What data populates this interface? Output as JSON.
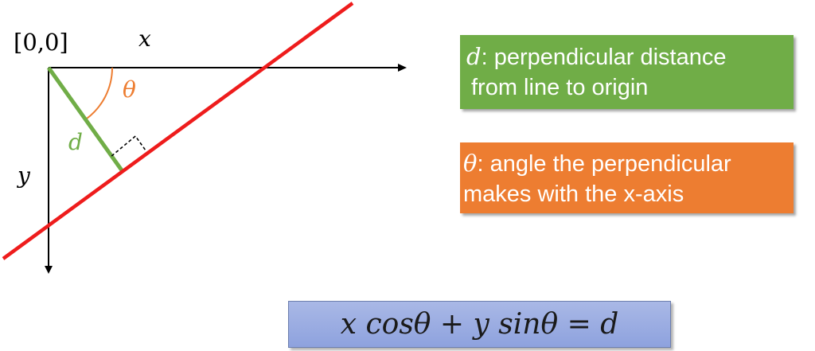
{
  "colors": {
    "axis": "#000000",
    "line": "#ee1c1c",
    "perpendicular": "#70ad47",
    "angle": "#ed7d31",
    "callout_d_bg": "#70ad47",
    "callout_theta_bg": "#ed7d31",
    "equation_bg_top": "#a9b8e6",
    "equation_bg_bottom": "#8ea2de",
    "callout_text": "#ffffff"
  },
  "diagram": {
    "origin_label": "[0,0]",
    "x_axis_label": "x",
    "y_axis_label": "y",
    "distance_label": "d",
    "angle_label": "θ",
    "icons": [
      "arrow-right-icon",
      "arrow-down-icon",
      "right-angle-marker-icon",
      "angle-arc-icon"
    ]
  },
  "callouts": {
    "d": {
      "symbol": "d",
      "text_line1": ": perpendicular distance",
      "text_line2": "from line to origin"
    },
    "theta": {
      "symbol": "θ",
      "text_line1": ": angle the perpendicular",
      "text_line2": "makes with the x-axis"
    }
  },
  "equation": {
    "text": "x cosθ + y sinθ = d"
  }
}
